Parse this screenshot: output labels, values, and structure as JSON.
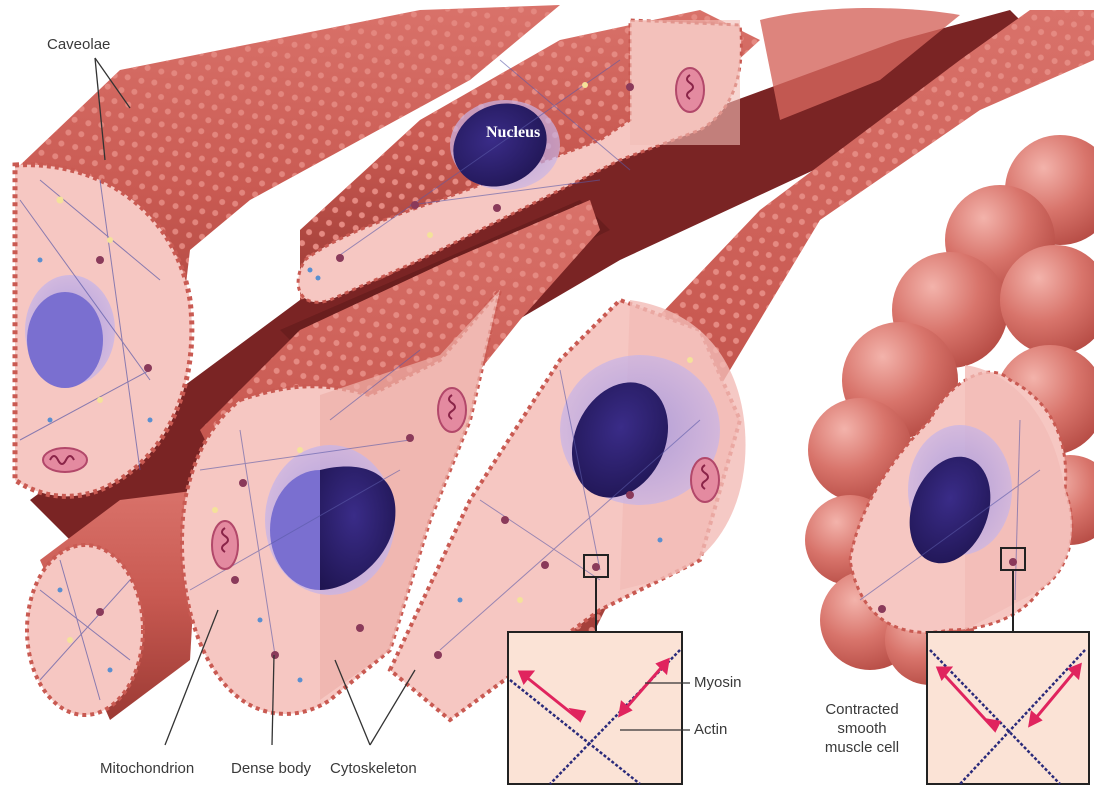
{
  "labels": {
    "caveolae": "Caveolae",
    "nucleus": "Nucleus",
    "myosin": "Myosin",
    "actin": "Actin",
    "mitochondrion": "Mitochondrion",
    "dense_body": "Dense body",
    "cytoskeleton": "Cytoskeleton",
    "contracted": [
      "Contracted",
      "smooth",
      "muscle cell"
    ]
  },
  "colors": {
    "membrane": "#c95a52",
    "membrane_dark": "#9c3a34",
    "cytoplasm": "#f6c7c2",
    "cytoplasm_shade": "#e9a9a2",
    "gap": "#7a2424",
    "nucleus": "#2a1d6b",
    "nucleus_halo": "#8f86d8",
    "dense_body": "#8a3a5a",
    "filament": "#5b5aa8",
    "myosin_arrow": "#e0245e",
    "inset_bg": "#fbe3d6"
  }
}
